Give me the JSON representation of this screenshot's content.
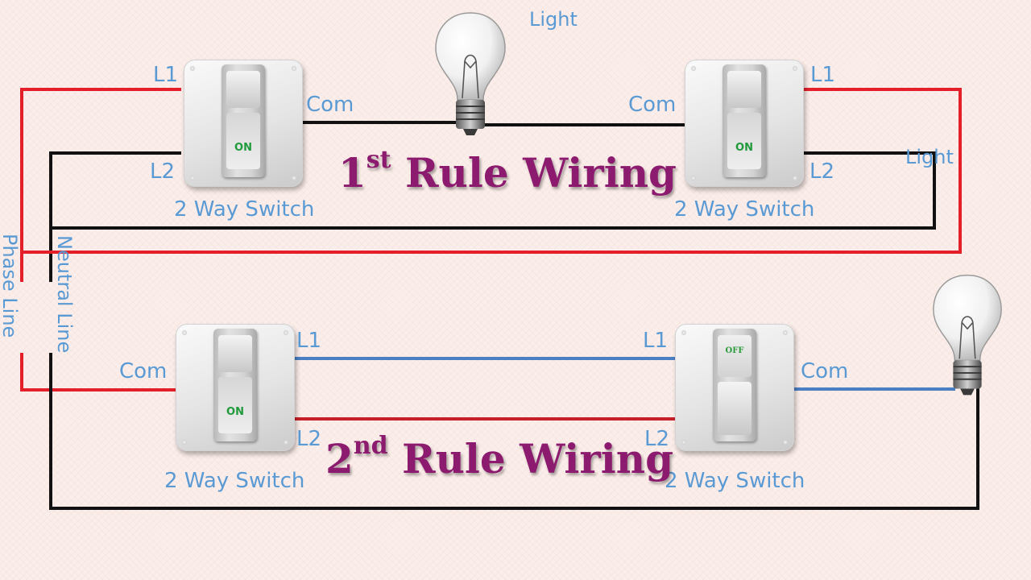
{
  "diagram": {
    "light_top_label": "Light",
    "light_right_label": "Light",
    "phase_line_label": "Phase Line",
    "neutral_line_label": "Neutral Line",
    "rule1": {
      "title_num": "1",
      "title_sup": "st",
      "title_text": "Rule Wiring"
    },
    "rule2": {
      "title_num": "2",
      "title_sup": "nd",
      "title_text": "Rule Wiring"
    },
    "terminals": {
      "l1": "L1",
      "l2": "L2",
      "com": "Com"
    },
    "switch_label": "2 Way Switch",
    "switch_states": {
      "on": "ON",
      "off": "OFF"
    },
    "wire_colors": {
      "phase": "#e3202a",
      "neutral": "#111111",
      "traveler_blue": "#4a7fc4",
      "traveler_red": "#c8202a"
    },
    "title_color": "#8c1a6e",
    "label_color": "#5a9ad4"
  }
}
